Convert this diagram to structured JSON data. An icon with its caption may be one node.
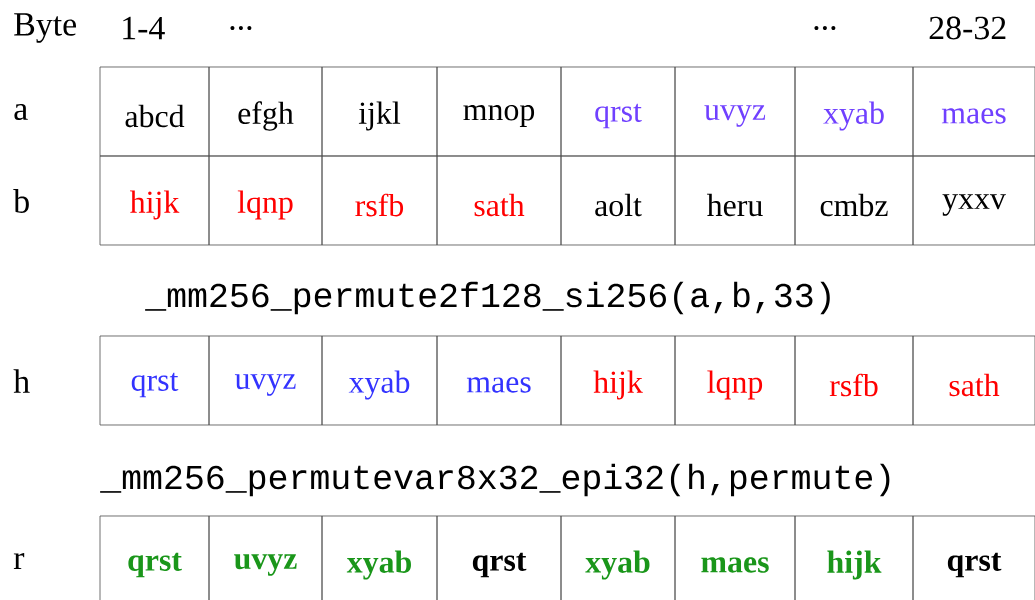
{
  "diagram": {
    "labels": [
      "Byte",
      "1-4",
      "...",
      "...",
      "28-32",
      "a",
      "abcd",
      "efgh",
      "ijkl",
      "mnop",
      "qrst",
      "uvyz",
      "xyab",
      "maes",
      "b",
      "hijk",
      "lqnp",
      "rsfb",
      "sath",
      "aolt",
      "heru",
      "cmbz",
      "yxxv",
      "_mm256_permute2f128_si256(a,b,33)",
      "h",
      "qrst",
      "uvyz",
      "xyab",
      "maes",
      "hijk",
      "lqnp",
      "rsfb",
      "sath",
      "_mm256_permutevar8x32_epi32(h,permute)",
      "r",
      "qrst",
      "uvyz",
      "xyab",
      "qrst",
      "xyab",
      "maes",
      "hijk",
      "qrst"
    ]
  }
}
